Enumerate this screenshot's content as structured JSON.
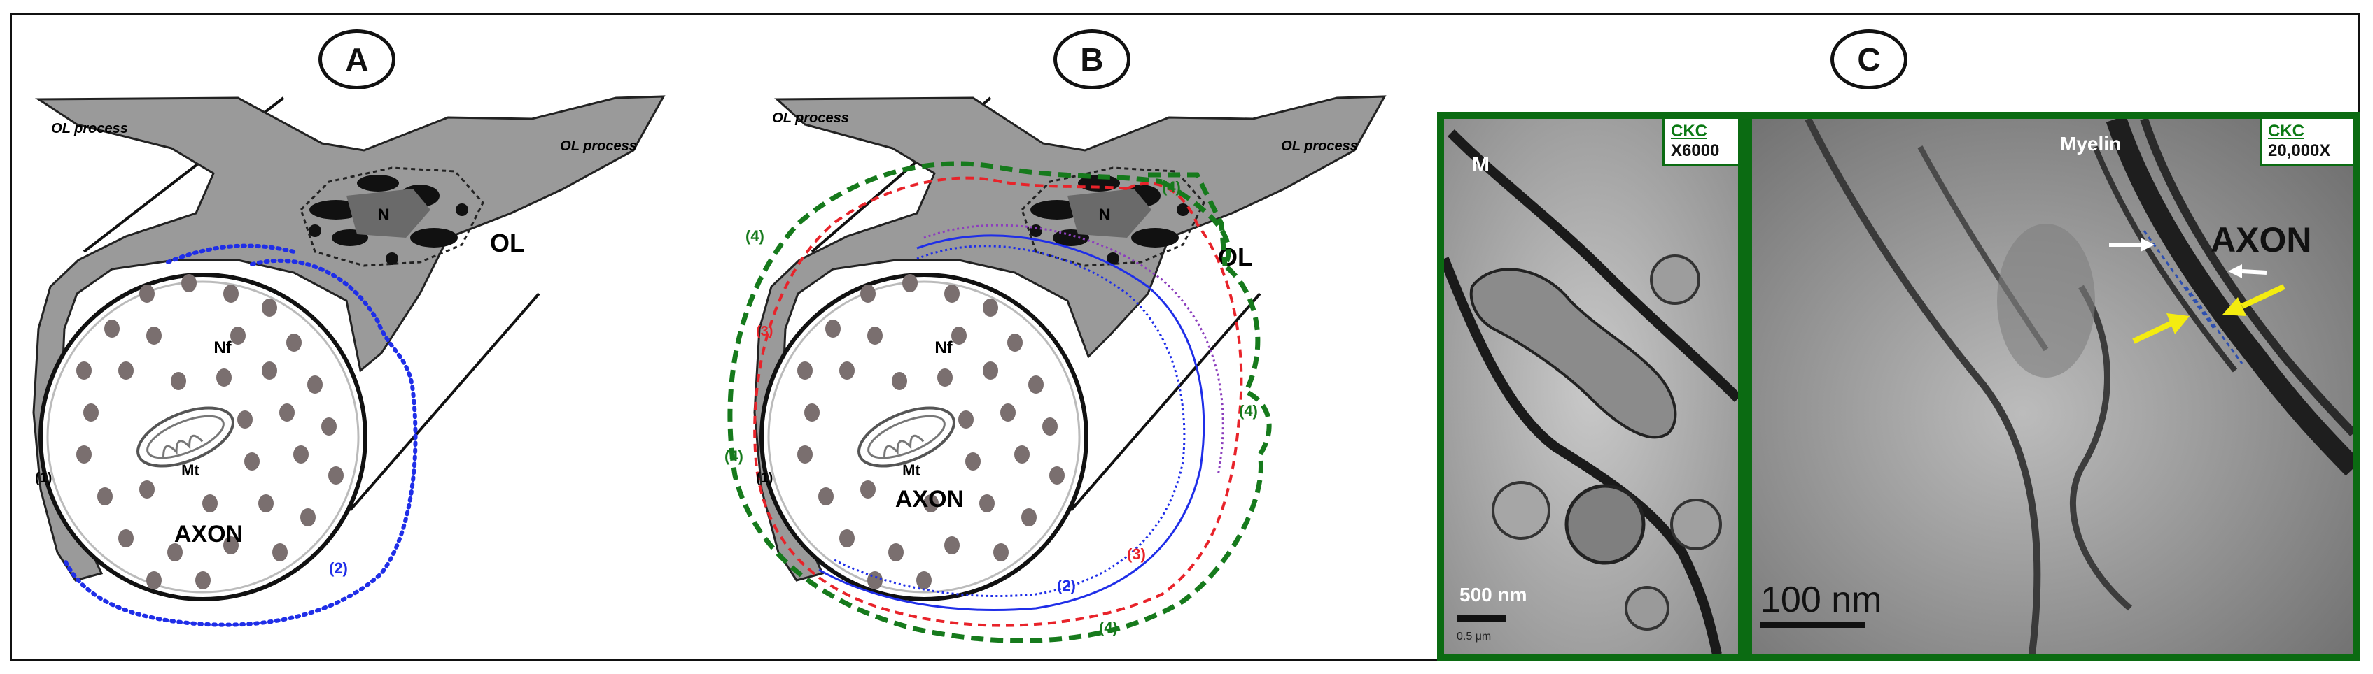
{
  "panels": [
    {
      "letter": "A"
    },
    {
      "letter": "B"
    },
    {
      "letter": "C"
    }
  ],
  "schematic": {
    "ol_process": "OL process",
    "ol": "OL",
    "nucleus": "N",
    "nf": "Nf",
    "mt": "Mt",
    "axon": "AXON",
    "layer_1": "(1)",
    "layer_2": "(2)",
    "layer_3": "(3)",
    "layer_4": "(4)"
  },
  "micrographs": {
    "left": {
      "lab": "CKC",
      "magnification": "X6000",
      "region_label": "M",
      "scale_bar": "500 nm",
      "scale_small": "0.5 μm"
    },
    "right": {
      "lab": "CKC",
      "magnification": "20,000X",
      "myelin_label": "Myelin",
      "axon_label": "AXON",
      "scale_bar": "100 nm"
    }
  },
  "colors": {
    "ol_fill": "#9a9a9a",
    "ol_dark": "#6a6a6a",
    "layer_blue": "#1f2ee8",
    "layer_red": "#e8232a",
    "layer_green": "#167a1c",
    "em_border": "#0b6b12",
    "arrow_yellow": "#f4ec10"
  }
}
